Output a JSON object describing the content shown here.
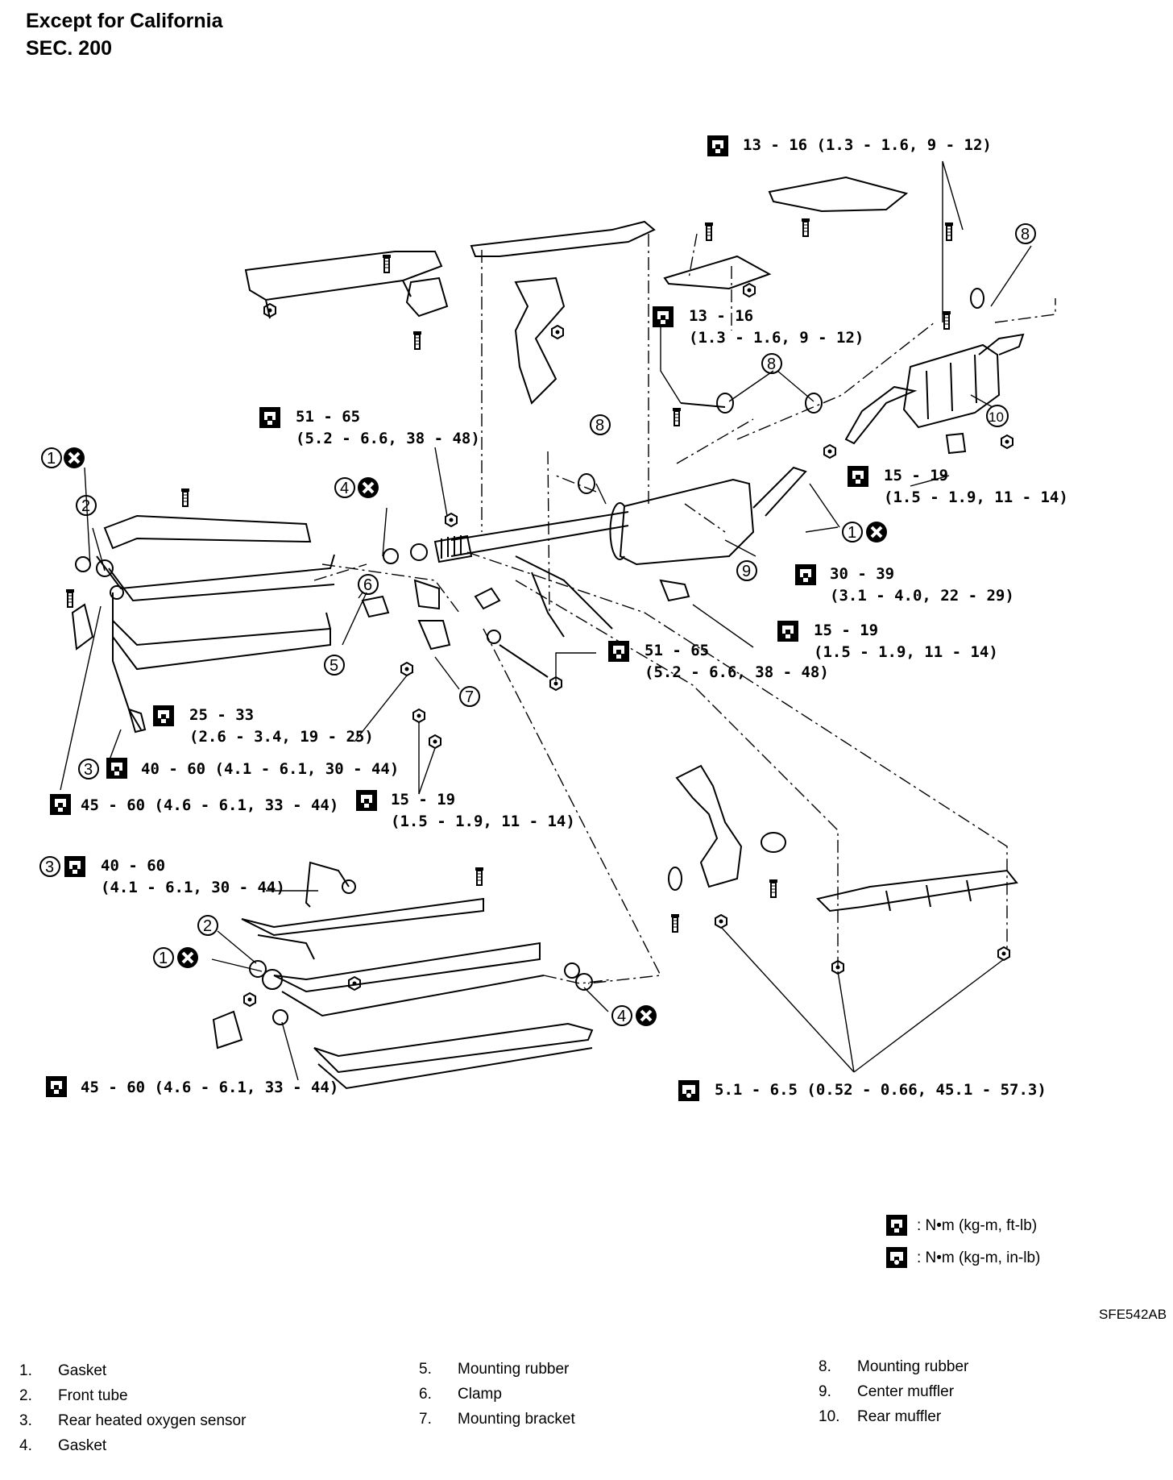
{
  "header": {
    "line1": "Except for California",
    "line2": "SEC. 200"
  },
  "figure_id": "SFE542AB",
  "torque_callouts": {
    "t1": "13 - 16 (1.3 - 1.6, 9 - 12)",
    "t2a": "13 - 16",
    "t2b": "(1.3 - 1.6, 9 - 12)",
    "t3a": "51 - 65",
    "t3b": "(5.2 - 6.6, 38 - 48)",
    "t4a": "15 - 19",
    "t4b": "(1.5 - 1.9, 11 - 14)",
    "t5a": "30 - 39",
    "t5b": "(3.1 - 4.0, 22 - 29)",
    "t6a": "15 - 19",
    "t6b": "(1.5 - 1.9, 11 - 14)",
    "t7a": "51 - 65",
    "t7b": "(5.2 - 6.6, 38 - 48)",
    "t8a": "25 - 33",
    "t8b": "(2.6 - 3.4, 19 - 25)",
    "t9": "40 - 60 (4.1 - 6.1, 30 - 44)",
    "t10": "45 - 60 (4.6 - 6.1, 33 - 44)",
    "t11a": "15 - 19",
    "t11b": "(1.5 - 1.9, 11 - 14)",
    "t12a": "40 - 60",
    "t12b": "(4.1 - 6.1, 30 - 44)",
    "t13": "45 - 60 (4.6 - 6.1, 33 - 44)",
    "t14": "5.1 - 6.5 (0.52 - 0.66, 45.1 - 57.3)"
  },
  "callout_numbers": [
    "1",
    "2",
    "3",
    "4",
    "5",
    "6",
    "7",
    "8",
    "9",
    "10"
  ],
  "units_key": {
    "nm_ftlb": ": N•m (kg-m, ft-lb)",
    "nm_inlb": ": N•m (kg-m, in-lb)"
  },
  "parts_legend": [
    {
      "num": "1.",
      "name": "Gasket"
    },
    {
      "num": "2.",
      "name": "Front tube"
    },
    {
      "num": "3.",
      "name": "Rear heated oxygen sensor"
    },
    {
      "num": "4.",
      "name": "Gasket"
    },
    {
      "num": "5.",
      "name": "Mounting rubber"
    },
    {
      "num": "6.",
      "name": "Clamp"
    },
    {
      "num": "7.",
      "name": "Mounting bracket"
    },
    {
      "num": "8.",
      "name": "Mounting rubber"
    },
    {
      "num": "9.",
      "name": "Center muffler"
    },
    {
      "num": "10.",
      "name": "Rear muffler"
    }
  ]
}
